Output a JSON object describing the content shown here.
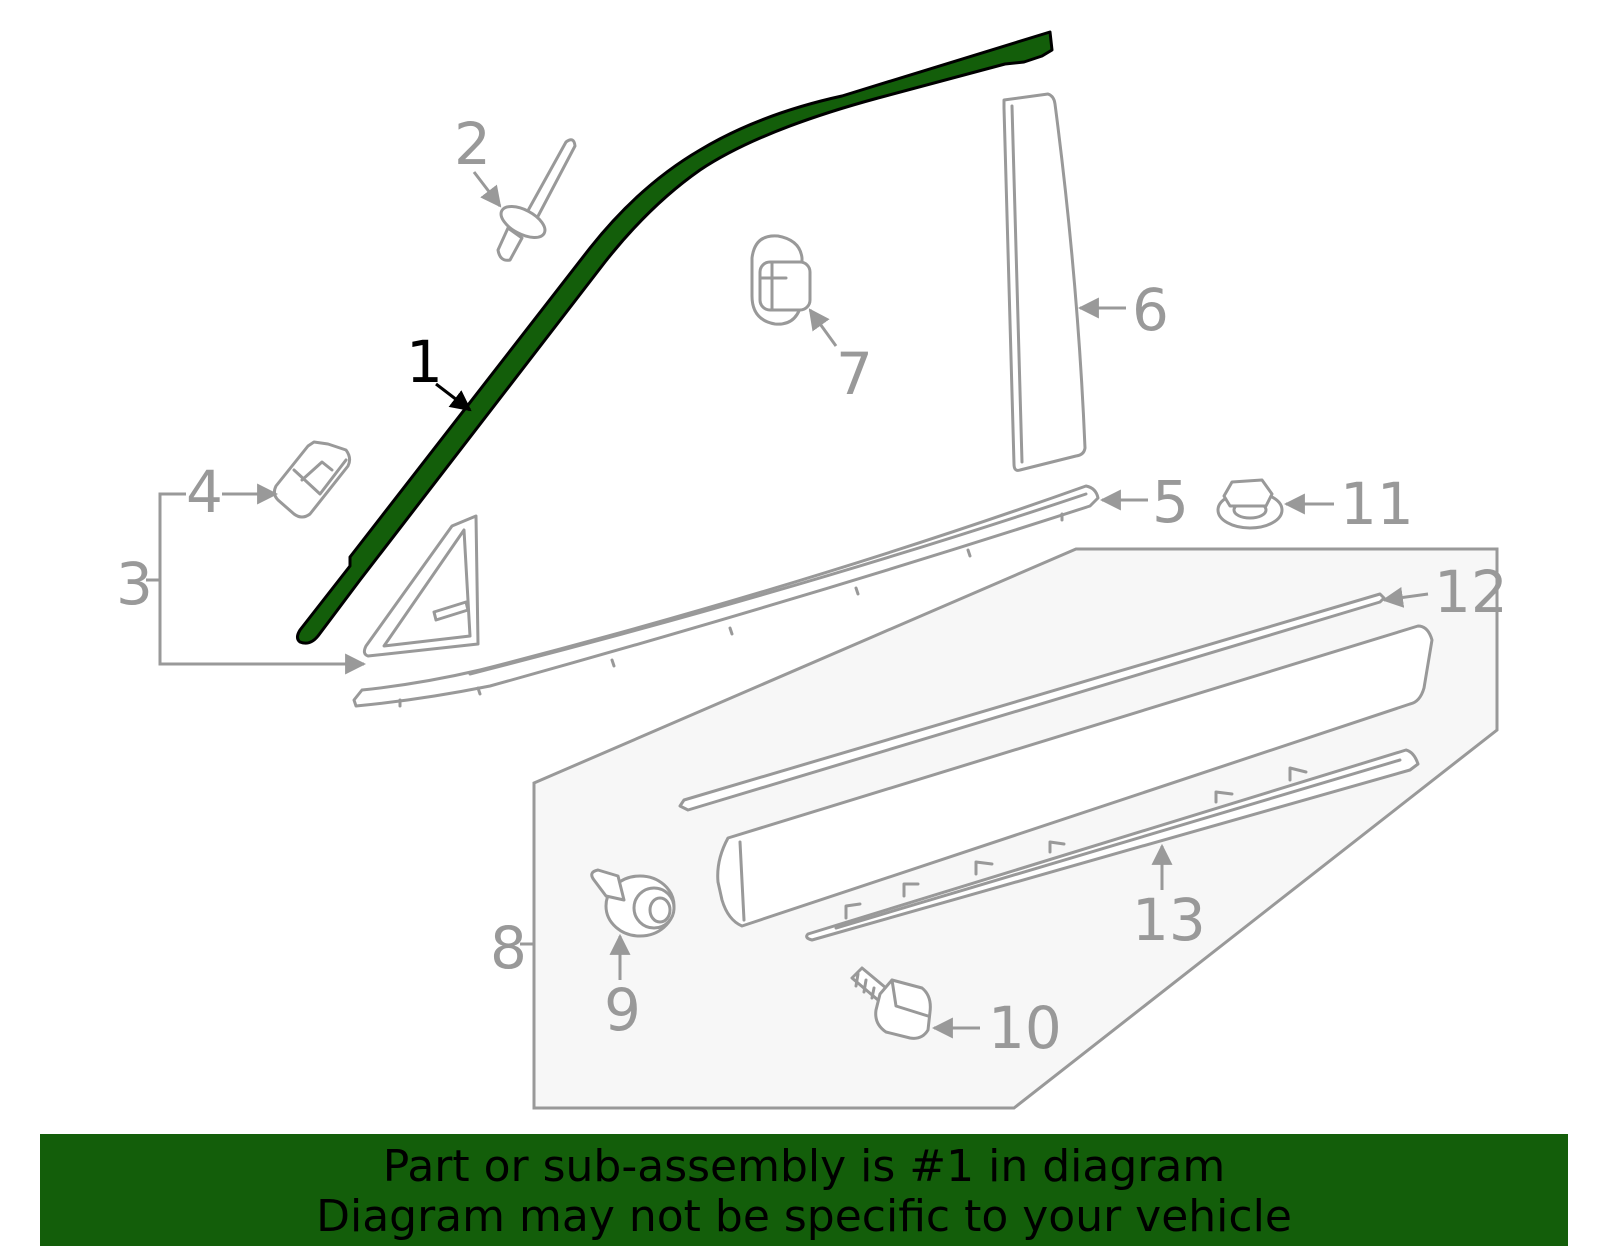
{
  "diagram": {
    "highlighted_part": "1",
    "highlight_color": "#135e0a",
    "part_color": "#999999",
    "callouts": {
      "c1": "1",
      "c2": "2",
      "c3": "3",
      "c4": "4",
      "c5": "5",
      "c6": "6",
      "c7": "7",
      "c8": "8",
      "c9": "9",
      "c10": "10",
      "c11": "11",
      "c12": "12",
      "c13": "13"
    }
  },
  "banner": {
    "line1": "Part or sub-assembly is #1 in diagram",
    "line2": "Diagram may not be specific to your vehicle",
    "background": "#135e0a"
  }
}
